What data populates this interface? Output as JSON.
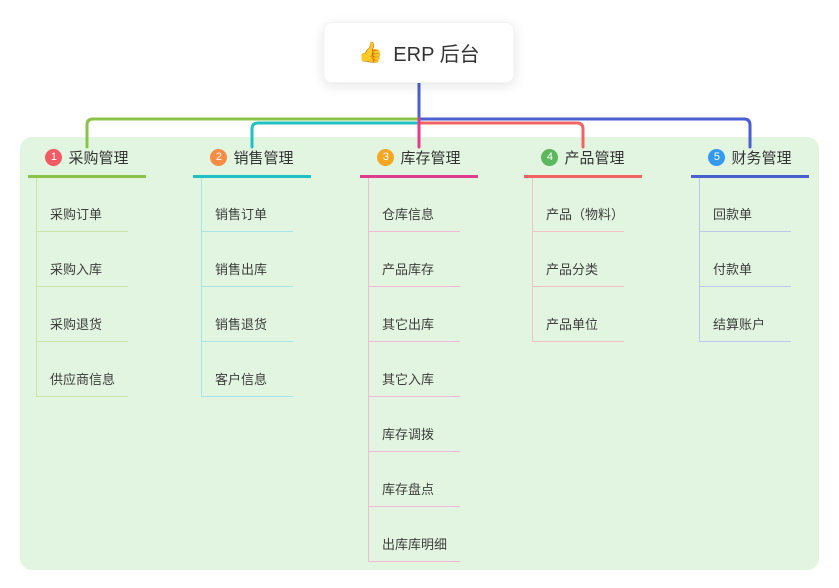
{
  "root": {
    "icon": "👍",
    "label": "ERP 后台"
  },
  "branches": [
    {
      "badge": "1",
      "label": "采购管理",
      "badge_color": "#f25b63",
      "line_color": "#8bc34a",
      "child_line_color": "#c9e6a8",
      "children": [
        "采购订单",
        "采购入库",
        "采购退货",
        "供应商信息"
      ]
    },
    {
      "badge": "2",
      "label": "销售管理",
      "badge_color": "#f78c42",
      "line_color": "#1fc1c3",
      "child_line_color": "#a8e3e5",
      "children": [
        "销售订单",
        "销售出库",
        "销售退货",
        "客户信息"
      ]
    },
    {
      "badge": "3",
      "label": "库存管理",
      "badge_color": "#f5a623",
      "line_color": "#e03d8f",
      "child_line_color": "#f3b9d9",
      "children": [
        "仓库信息",
        "产品库存",
        "其它出库",
        "其它入库",
        "库存调拨",
        "库存盘点",
        "出库库明细"
      ]
    },
    {
      "badge": "4",
      "label": "产品管理",
      "badge_color": "#5cb85c",
      "line_color": "#f26464",
      "child_line_color": "#f8c0c0",
      "children": [
        "产品（物料）",
        "产品分类",
        "产品单位"
      ]
    },
    {
      "badge": "5",
      "label": "财务管理",
      "badge_color": "#339af0",
      "line_color": "#4a5fd0",
      "child_line_color": "#bcc7ec",
      "children": [
        "回款单",
        "付款单",
        "结算账户"
      ]
    }
  ],
  "colors": {
    "root_stem": "#4a5fd0",
    "panel_bg": "#e2f5e0"
  }
}
